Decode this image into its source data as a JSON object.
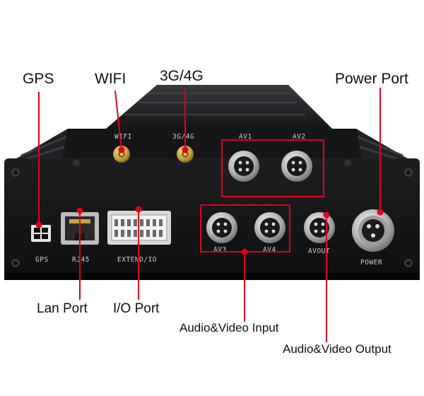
{
  "callouts": {
    "gps": "GPS",
    "wifi": "WIFI",
    "cellular": "3G/4G",
    "power_port": "Power Port",
    "lan_port": "Lan Port",
    "io_port": "I/O Port",
    "av_input": "Audio&Video Input",
    "av_output": "Audio&Video Output"
  },
  "panel_labels": {
    "wifi": "WIFI",
    "cellular": "3G/4G",
    "av1": "AV1",
    "av2": "AV2",
    "av3": "AV3",
    "av4": "AV4",
    "avout": "AVOUT",
    "gps": "GPS",
    "rj45": "RJ45",
    "extend_io": "EXTEND/IO",
    "power": "POWER"
  },
  "colors": {
    "callout_line": "#e3001b",
    "device_body": "#17181a"
  }
}
